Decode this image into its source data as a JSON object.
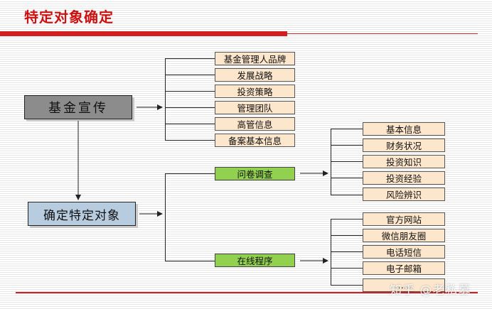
{
  "title": "特定对象确定",
  "main_nodes": {
    "fund_promo": "基金宣传",
    "determine": "确定特定对象"
  },
  "promo_items": [
    "基金管理人品牌",
    "发展战略",
    "投资策略",
    "管理团队",
    "高管信息",
    "备案基本信息"
  ],
  "channels": {
    "questionnaire": "问卷调查",
    "online": "在线程序"
  },
  "questionnaire_items": [
    "基本信息",
    "财务状况",
    "投资知识",
    "投资经验",
    "风险辨识"
  ],
  "online_items": [
    "官方网站",
    "微信朋友圈",
    "电话短信",
    "电子邮箱",
    "……"
  ],
  "watermark": "知乎 @老私募",
  "colors": {
    "accent_red": "#d21f1f",
    "orange_box": "#fce6cc",
    "green_box": "#92d050",
    "grey_box": "#8c8c8c",
    "blue_box": "#b8ccdf"
  }
}
